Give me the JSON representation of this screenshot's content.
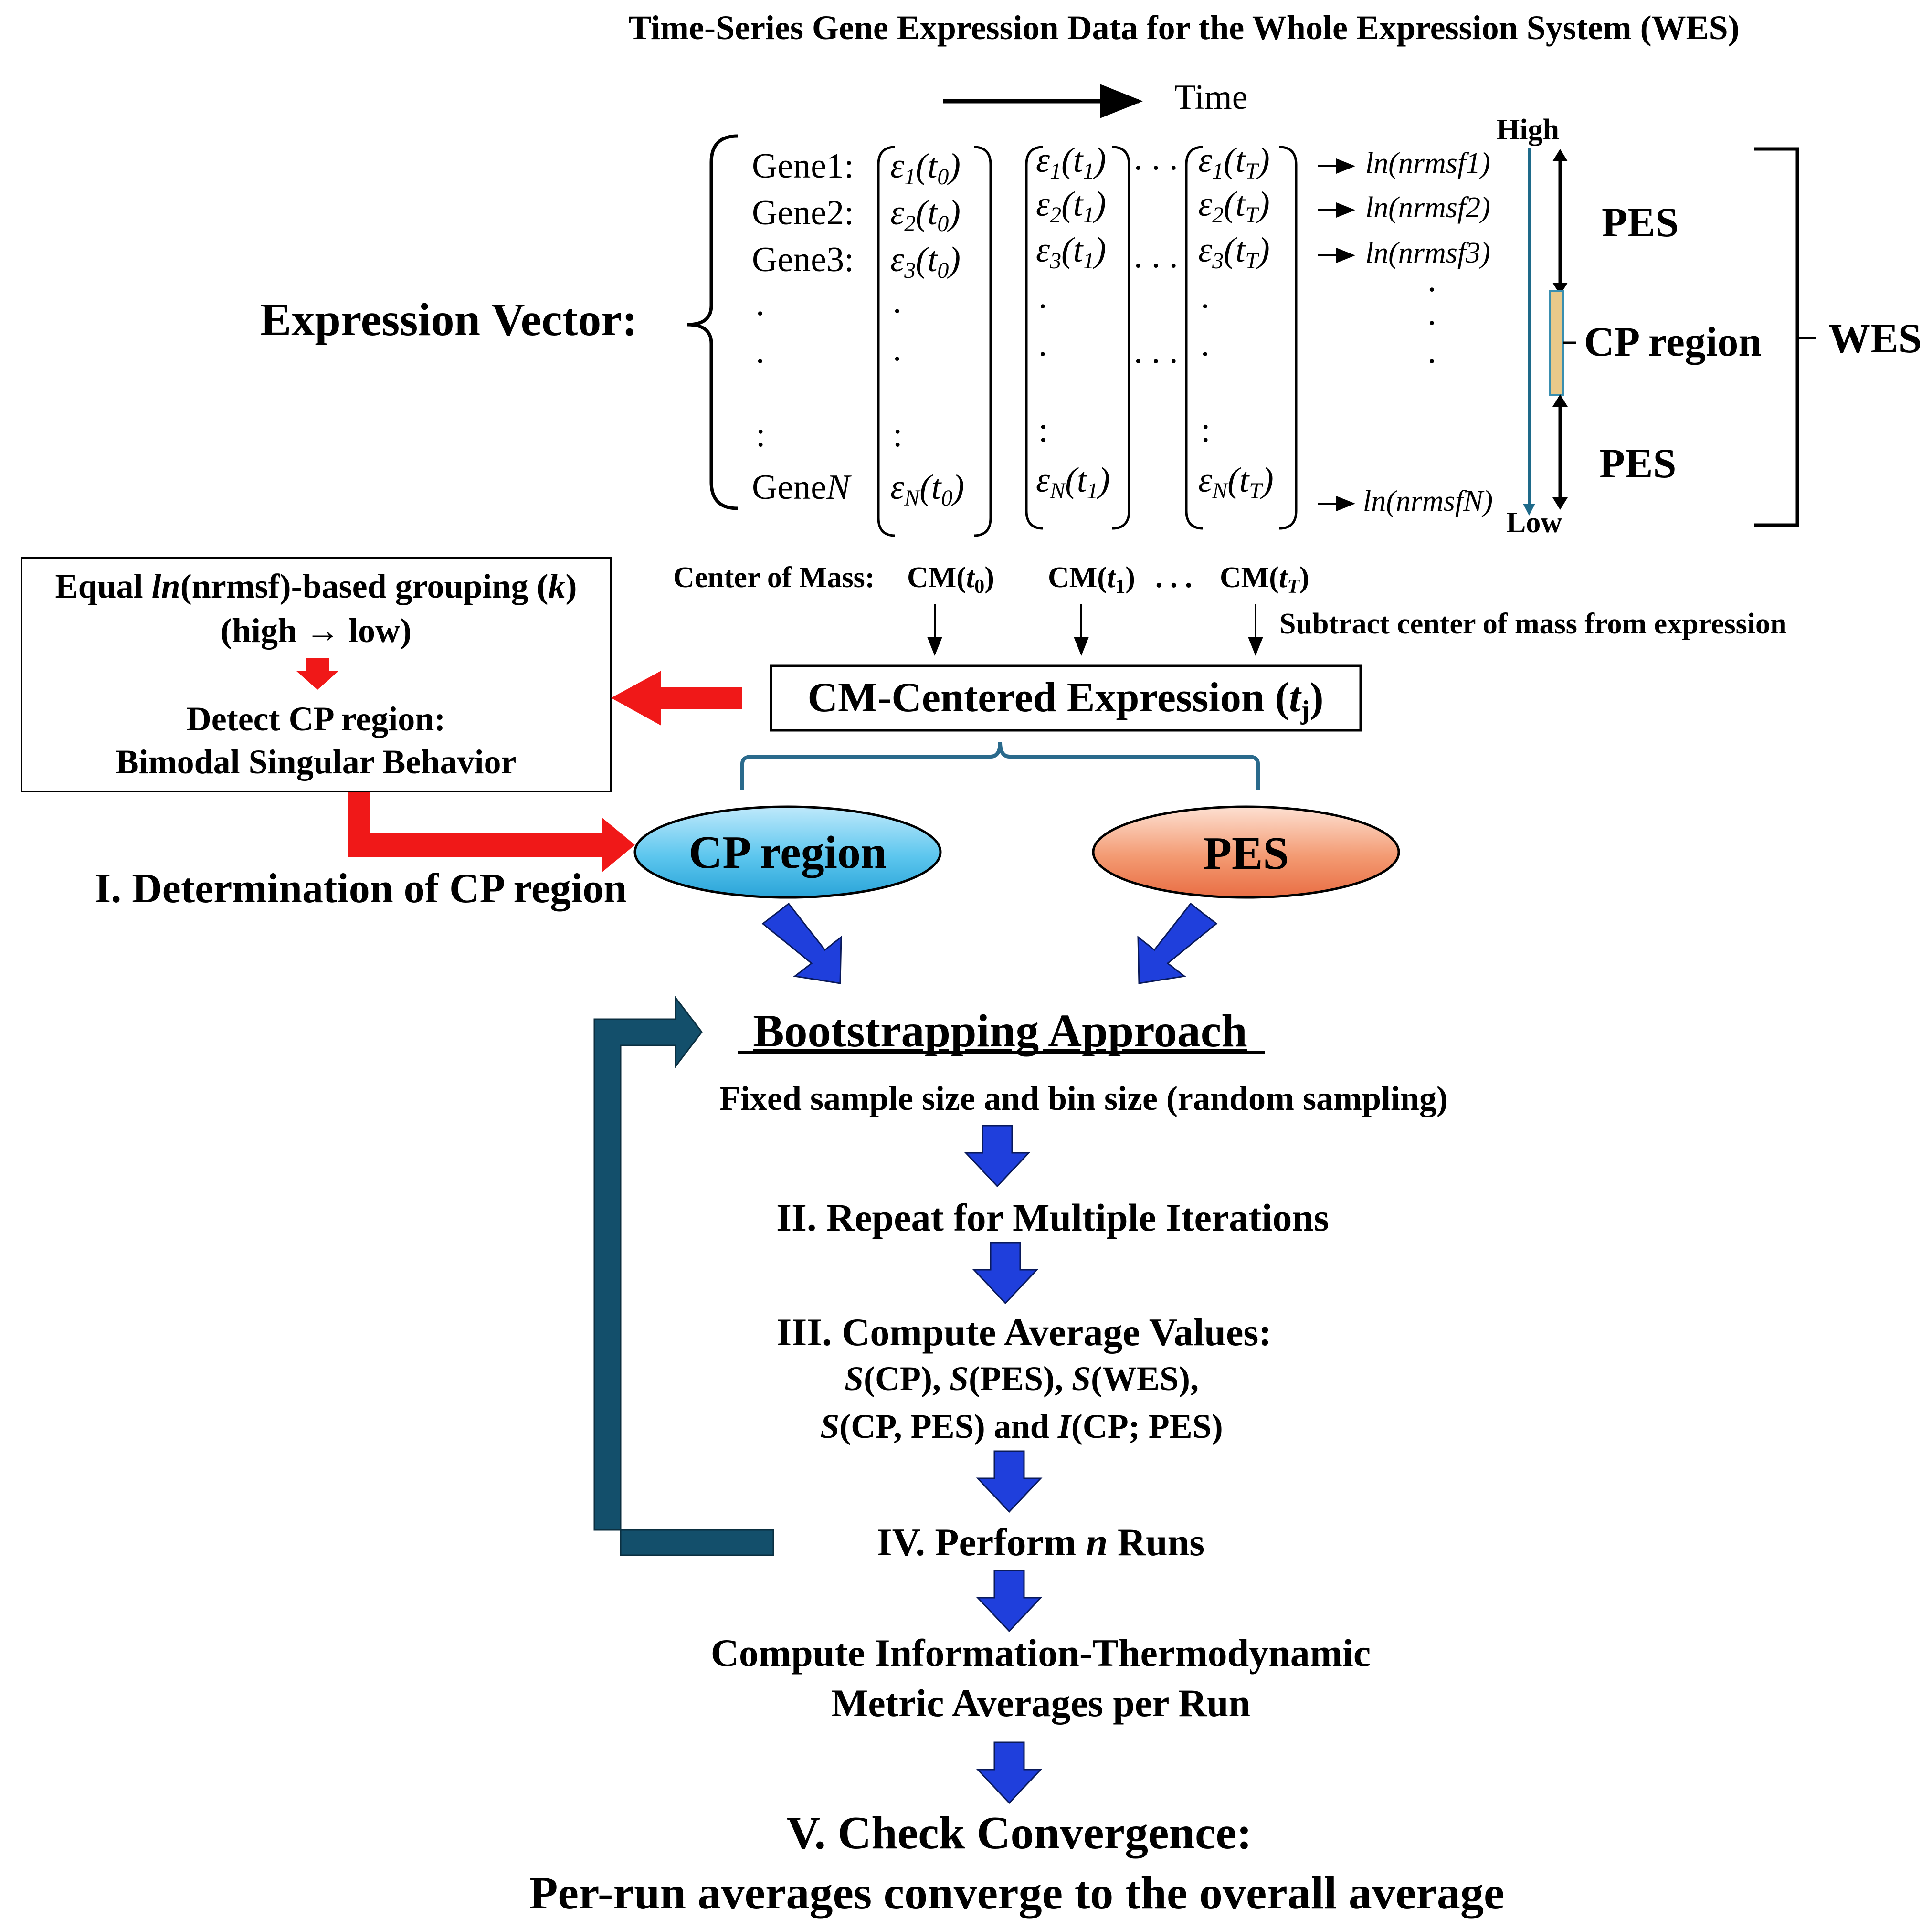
{
  "title": "Time-Series Gene Expression Data for the Whole Expression System (WES)",
  "time_label": "Time",
  "expression_vector_label": "Expression Vector:",
  "genes": [
    "Gene1:",
    "Gene2:",
    "Gene3:",
    "GeneN"
  ],
  "ln_labels": [
    "ln(nrmsf1)",
    "ln(nrmsf2)",
    "ln(nrmsf3)",
    "ln(nrmsfN)"
  ],
  "scale": {
    "high": "High",
    "low": "Low"
  },
  "side_labels": {
    "pes_top": "PES",
    "cp_region": "CP region",
    "pes_bottom": "PES",
    "wes": "WES"
  },
  "center_of_mass": {
    "label": "Center of Mass:",
    "cm0": "CM(t0)",
    "cm1": "CM(t1)",
    "cmT": "CM(tT)",
    "dots": ". . ."
  },
  "subtract_note": "Subtract center of mass from expression",
  "cm_centered_box": "CM-Centered Expression (tj)",
  "grouping_box": {
    "line1": "Equal ln(nrmsf)-based grouping (k)",
    "line2": "(high → low)",
    "line3": "Detect CP region:",
    "line4": "Bimodal Singular Behavior"
  },
  "determination_label": "I. Determination of CP region",
  "ellipses": {
    "cp": "CP region",
    "pes": "PES"
  },
  "bootstrap_title": "Bootstrapping  Approach",
  "fixed_sample": "Fixed sample size and bin size (random sampling)",
  "step2": "II.  Repeat for Multiple Iterations",
  "step3": {
    "line1": "III.  Compute Average Values:",
    "line2": "S(CP), S(PES), S(WES),",
    "line3": "S(CP, PES) and I(CP; PES)"
  },
  "step4": "IV.  Perform n Runs",
  "compute_info": {
    "line1": "Compute Information-Thermodynamic",
    "line2": "Metric Averages per Run"
  },
  "step5": {
    "line1": "V. Check Convergence:",
    "line2": "Per-run averages converge to the overall average"
  },
  "colors": {
    "red_arrow": "#f01818",
    "blue_arrow": "#1f3fdc",
    "dark_teal": "#134f6b",
    "cp_fill": "#5cc6ee",
    "pes_fill": "#f08a5e",
    "bar_fill": "#e9c98a",
    "brace": "#2a6a8c"
  }
}
